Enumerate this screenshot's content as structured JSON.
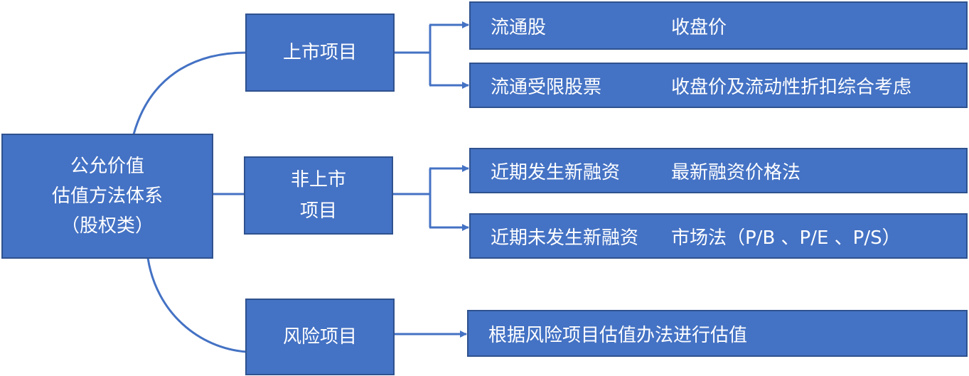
{
  "root": {
    "lines": [
      "公允价值",
      "估值方法体系",
      "（股权类）"
    ]
  },
  "categories": [
    {
      "id": "listed",
      "lines": [
        "上市项目"
      ]
    },
    {
      "id": "unlisted",
      "lines": [
        "非上市",
        "项目"
      ]
    },
    {
      "id": "risk",
      "lines": [
        "风险项目"
      ]
    }
  ],
  "leaves": [
    {
      "label": "流通股",
      "value": "收盘价"
    },
    {
      "label": "流通受限股票",
      "value": "收盘价及流动性折扣综合考虑"
    },
    {
      "label": "近期发生新融资",
      "value": "最新融资价格法"
    },
    {
      "label": "近期未发生新融资",
      "value": "市场法（P/B 、P/E 、P/S）"
    },
    {
      "label": "根据风险项目估值办法进行估值",
      "value": ""
    }
  ],
  "colors": {
    "box_fill": "#4472c4",
    "box_border": "#2f528f",
    "line": "#4472c4",
    "text": "#ffffff"
  }
}
